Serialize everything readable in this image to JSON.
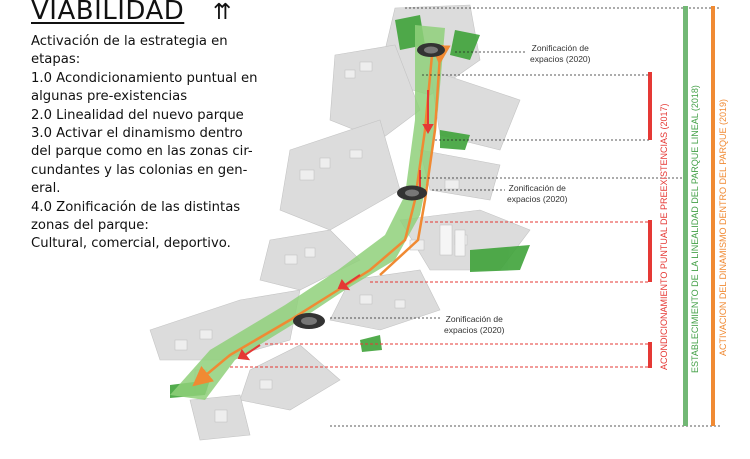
{
  "header": {
    "title": "VIABILIDAD",
    "icon": "double-arrow-up-icon"
  },
  "description": {
    "lines": [
      "Activación de la estrategia en",
      "etapas:",
      "1.0 Acondicionamiento puntual en",
      "algunas pre-existencias",
      "2.0 Linealidad del nuevo parque",
      "3.0 Activar el dinamismo dentro",
      "del parque como en las zonas cir-",
      "cundantes y las colonias en gen-",
      "eral.",
      "4.0 Zonificación de las distintas",
      "zonas del parque:",
      "Cultural, comercial, deportivo."
    ]
  },
  "zoning_labels": [
    {
      "line1": "Zonificación de",
      "line2": "expacios (2020)"
    },
    {
      "line1": "Zonificación de",
      "line2": "expacios (2020)"
    },
    {
      "line1": "Zonificación de",
      "line2": "expacios (2020)"
    }
  ],
  "phases": [
    {
      "label": "ACONDICIONAMIENTO PUNTUAL DE PREEXISTENCIAS (2017)",
      "color": "#e53935"
    },
    {
      "label": "ESTABLECIMIENTO DE LA LINEALIDAD DEL PARQUE LINEAL (2018)",
      "color": "#43a047"
    },
    {
      "label": "ACTIVACION DEL DINAMISMO DENTRO DEL PARQUE (2019)",
      "color": "#f08a33"
    }
  ],
  "colors": {
    "red": "#e53935",
    "green": "#43a047",
    "orange": "#f08a33",
    "park": "#8fd07a",
    "building": "#d9d9d9"
  }
}
